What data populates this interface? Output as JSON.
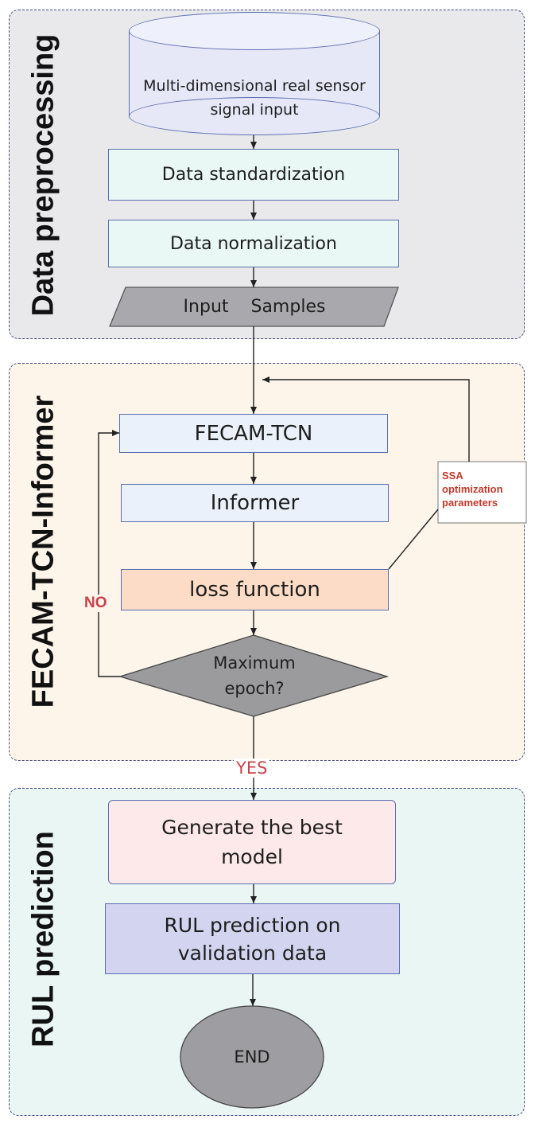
{
  "sections": {
    "preprocessing": {
      "title": "Data preprocessing"
    },
    "model": {
      "title": "FECAM-TCN-Informer"
    },
    "prediction": {
      "title": "RUL prediction"
    }
  },
  "nodes": {
    "input_signal": "Multi-dimensional real sensor signal input",
    "standardization": "Data standardization",
    "normalization": "Data normalization",
    "input_samples": "Input    Samples",
    "fecam_tcn": "FECAM-TCN",
    "informer": "Informer",
    "loss_function": "loss function",
    "max_epoch": "Maximum epoch?",
    "best_model": "Generate the best model",
    "rul_validation": "RUL prediction on validation data",
    "end": "END"
  },
  "labels": {
    "ssa": "SSA optimization parameters",
    "no": "NO",
    "yes": "YES"
  },
  "colors": {
    "section_border": "#4a5080",
    "label_red": "#c8424a",
    "ssa_red": "#c0392b"
  }
}
